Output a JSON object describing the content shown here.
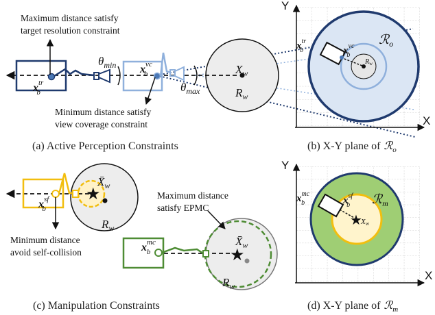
{
  "panel_a": {
    "caption": "(a) Active Perception Constraints",
    "note_max_1": "Maximum distance satisfy",
    "note_max_2": "target resolution constraint",
    "note_min_1": "Minimum distance satisfy",
    "note_min_2": "view coverage constraint",
    "label_xtr_base": "x",
    "label_xtr_sup": "tr",
    "label_xtr_sub": "b",
    "label_xvc_base": "x",
    "label_xvc_sup": "vc",
    "label_xvc_sub": "b",
    "label_theta_min": "θ",
    "label_theta_min_sub": "min",
    "label_theta_max": "θ",
    "label_theta_max_sub": "max",
    "label_Xw": "X",
    "label_Xw_sub": "w",
    "label_Rw": "R",
    "label_Rw_sub": "w"
  },
  "panel_b": {
    "caption": "(b) X-Y plane of",
    "caption_sym": "ℛ",
    "caption_sub": "o",
    "axis_y": "Y",
    "axis_x": "X",
    "region_label": "ℛ",
    "region_sub": "o",
    "label_xtr_base": "x",
    "label_xtr_sup": "tr",
    "label_xtr_sub": "b",
    "label_xvc_base": "x",
    "label_xvc_sup": "vc",
    "label_xvc_sub": "b",
    "label_Rw": "R",
    "label_Rw_sub": "w"
  },
  "panel_c": {
    "caption": "(c) Manipulation Constraints",
    "note_max_1": "Maximum distance",
    "note_max_2": "satisfy EPMC",
    "note_min_1": "Minimum distance",
    "note_min_2": "avoid self-collision",
    "label_xsf_base": "x",
    "label_xsf_sup": "sf",
    "label_xsf_sub": "b",
    "label_xmc_base": "x",
    "label_xmc_sup": "mc",
    "label_xmc_sub": "b",
    "label_Xbar_1": "X̄",
    "label_Xbar_1_sub": "w",
    "label_Xbar_2": "X̄",
    "label_Xbar_2_sub": "w",
    "label_Rw_1": "R",
    "label_Rw_1_sub": "w",
    "label_Rw_2": "R",
    "label_Rw_2_sub": "w"
  },
  "panel_d": {
    "caption": "(d) X-Y plane of",
    "caption_sym": "ℛ",
    "caption_sub": "m",
    "axis_y": "Y",
    "axis_x": "X",
    "region_label": "ℛ",
    "region_sub": "m",
    "label_xmc_base": "x",
    "label_xmc_sup": "mc",
    "label_xmc_sub": "b",
    "label_xsf_base": "x",
    "label_xsf_sup": "sf",
    "label_xsf_sub": "b",
    "label_Xw": "X",
    "label_Xw_sub": "w"
  },
  "colors": {
    "navy": "#1f3a6e",
    "light_blue": "#8fb0dc",
    "region_o_fill": "#dbe6f4",
    "green": "#4e8c34",
    "region_m_fill": "#9fce74",
    "yellow": "#f2be0f",
    "grey_circle": "#e6e6e6"
  }
}
